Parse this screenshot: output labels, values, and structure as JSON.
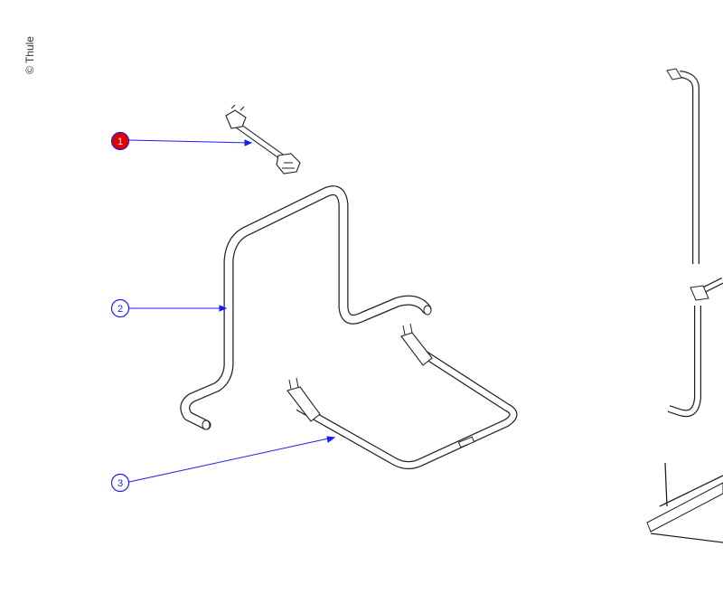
{
  "copyright": "© Thule",
  "callouts": [
    {
      "id": "1",
      "label": "1",
      "highlighted": true
    },
    {
      "id": "2",
      "label": "2",
      "highlighted": false
    },
    {
      "id": "3",
      "label": "3",
      "highlighted": false
    }
  ],
  "colors": {
    "callout_line": "#1a1aff",
    "callout_highlight_fill": "#e00000",
    "part_stroke": "#222222",
    "tube_fill": "#ffffff"
  }
}
